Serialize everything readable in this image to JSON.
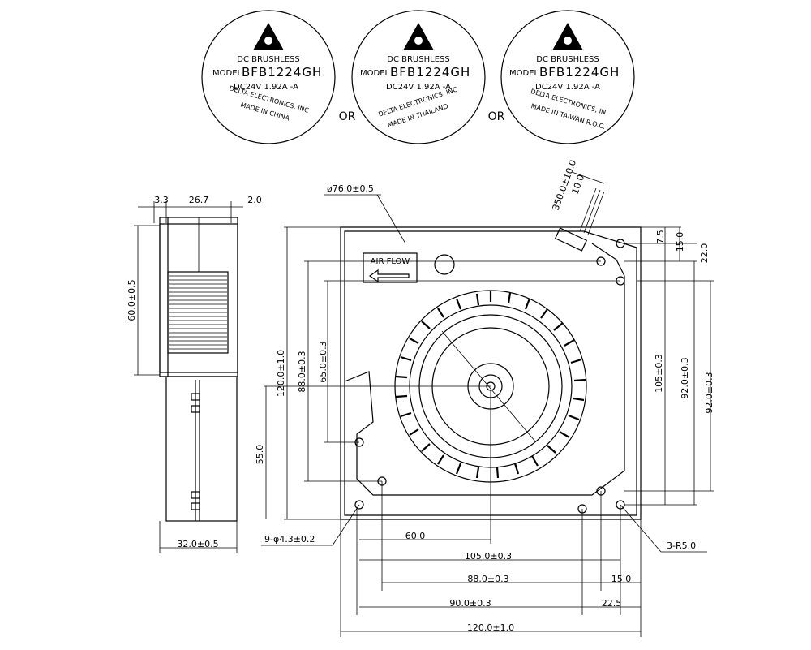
{
  "labels": [
    {
      "brushless": "DC BRUSHLESS",
      "model_word": "MODEL",
      "model": "BFB1224GH",
      "rating": "DC24V  1.92A   -A",
      "maker": "DELTA ELECTRONICS, INC",
      "origin": "MADE IN CHINA"
    },
    {
      "brushless": "DC BRUSHLESS",
      "model_word": "MODEL",
      "model": "BFB1224GH",
      "rating": "DC24V  1.92A   -A",
      "maker": "DELTA ELECTRONICS, INC",
      "origin": "MADE IN THAILAND"
    },
    {
      "brushless": "DC BRUSHLESS",
      "model_word": "MODEL",
      "model": "BFB1224GH",
      "rating": "DC24V  1.92A   -A",
      "maker": "DELTA ELECTRONICS, IN",
      "origin": "MADE IN TAIWAN R.O.C."
    }
  ],
  "or_text": "OR",
  "side_view": {
    "d_top1": "3.3",
    "d_top2": "26.7",
    "d_top3": "2.0",
    "d_height": "60.0±0.5",
    "d_width": "32.0±0.5"
  },
  "front_view": {
    "airflow": "AIR FLOW",
    "diameter": "ø76.0±0.5",
    "cable": "350.0±10.0",
    "strip": "10.0",
    "d_7_5": "7.5",
    "d_15_r": "15.0",
    "d_22": "22.0",
    "d_105_v": "105±0.3",
    "d_92_a": "92.0±0.3",
    "d_92_b": "92.0±0.3",
    "d_120_v": "120.0±1.0",
    "d_88_v": "88.0±0.3",
    "d_65": "65.0±0.3",
    "d_55": "55.0",
    "holes": "9-φ4.3±0.2",
    "d_60": "60.0",
    "radius": "3-R5.0",
    "d_105_h": "105.0±0.3",
    "d_88_h": "88.0±0.3",
    "d_15_b": "15.0",
    "d_90": "90.0±0.3",
    "d_22_5": "22.5",
    "d_120_h": "120.0±1.0"
  }
}
